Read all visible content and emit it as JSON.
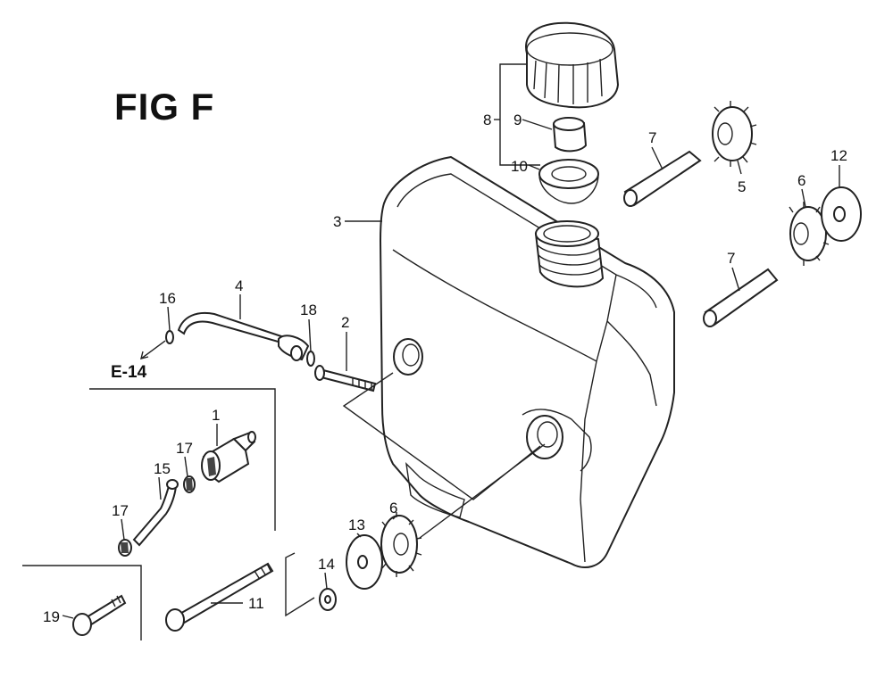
{
  "diagram": {
    "title": "FIG F",
    "reference": "E-14",
    "callouts": [
      "1",
      "2",
      "3",
      "4",
      "5",
      "6",
      "6",
      "7",
      "7",
      "8",
      "9",
      "10",
      "11",
      "12",
      "13",
      "14",
      "15",
      "16",
      "17",
      "17",
      "18",
      "19"
    ]
  }
}
